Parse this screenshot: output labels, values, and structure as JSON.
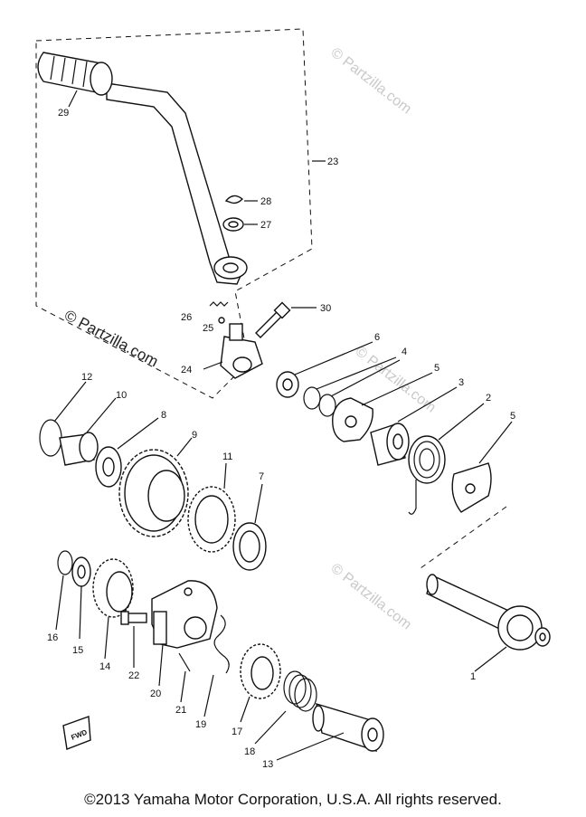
{
  "watermarks": {
    "top": "© Partzilla.com",
    "left": "© Partzilla.com",
    "upper_right": "© Partzilla.com",
    "lower_right": "© Partzilla.com"
  },
  "labels": {
    "p1": "1",
    "p2": "2",
    "p3": "3",
    "p4": "4",
    "p5a": "5",
    "p5b": "5",
    "p6": "6",
    "p7": "7",
    "p8": "8",
    "p9": "9",
    "p10": "10",
    "p11": "11",
    "p12": "12",
    "p13": "13",
    "p14": "14",
    "p15": "15",
    "p16": "16",
    "p17": "17",
    "p18": "18",
    "p19": "19",
    "p20": "20",
    "p21": "21",
    "p22": "22",
    "p23": "23",
    "p24": "24",
    "p25": "25",
    "p26": "26",
    "p27": "27",
    "p28": "28",
    "p29": "29",
    "p30": "30"
  },
  "fwd_badge": "FWD",
  "copyright": "©2013  Yamaha Motor Corporation, U.S.A. All rights reserved."
}
